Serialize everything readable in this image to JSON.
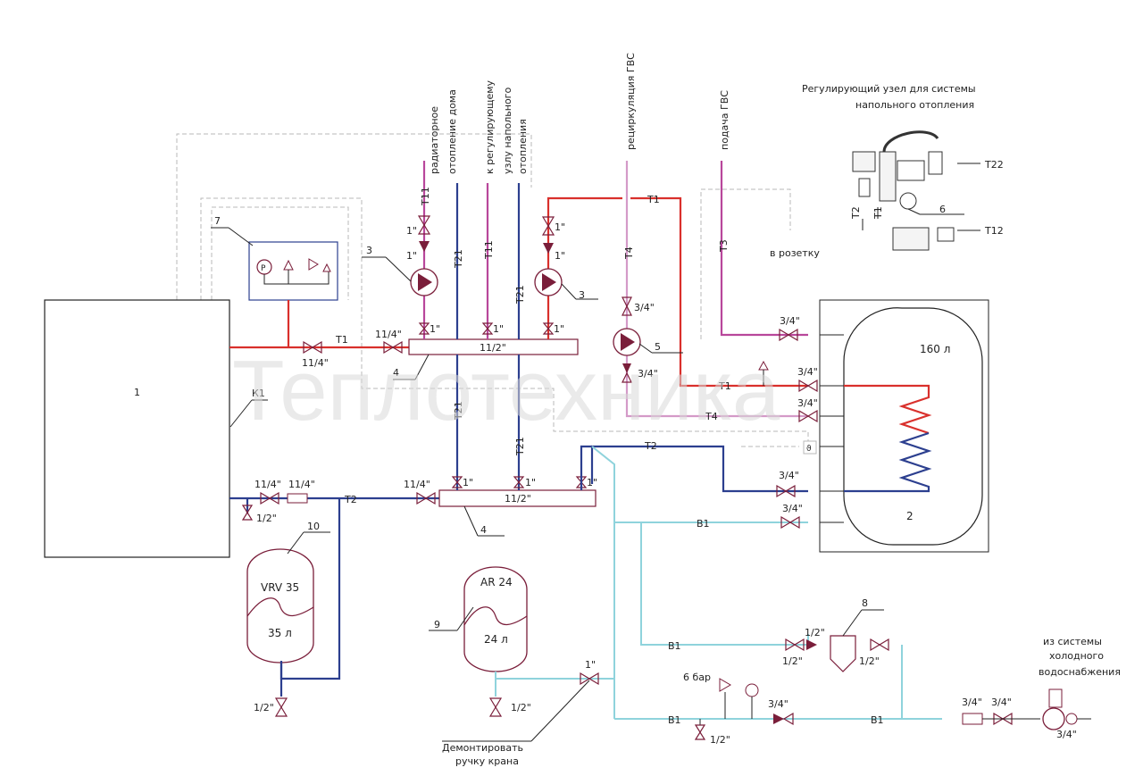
{
  "watermark": "Теплотехника",
  "colors": {
    "heating_supply": "#d9302c",
    "heating_return": "#2c3f8f",
    "dhw_supply": "#b8479b",
    "dhw_recirculation": "#d49ac8",
    "cold_water": "#8fd3dc",
    "control_lines": "#b9b9b9"
  },
  "numbers": {
    "n1": "1",
    "n2": "2",
    "n3a": "3",
    "n3b": "3",
    "n4a": "4",
    "n4b": "4",
    "n5": "5",
    "n6": "6",
    "n7": "7",
    "n8": "8",
    "n9": "9",
    "n10": "10",
    "k1": "К1"
  },
  "vertical_labels": {
    "radiator": [
      "радиаторное",
      "отопление дома"
    ],
    "floor": [
      "к регулирующему",
      "узлу напольного",
      "отопления"
    ],
    "recirc": "рециркуляция ГВС",
    "dhw": "подача ГВС"
  },
  "pipes": {
    "t1": "Т1",
    "t2": "Т2",
    "t3": "Т3",
    "t4": "Т4",
    "t11": "Т11",
    "t12": "Т12",
    "t21": "Т21",
    "t22": "Т22",
    "b1": "В1"
  },
  "sizes": {
    "s1": "1\"",
    "s11_2": "11/2\"",
    "s11_4": "11/4\"",
    "s3_4": "3/4\"",
    "s1_2": "1/2\""
  },
  "tanks": {
    "boiler": {
      "volume": "160 л",
      "number": "2"
    },
    "vrv": {
      "model": "VRV 35",
      "volume": "35 л"
    },
    "ar": {
      "model": "AR 24",
      "volume": "24 л"
    }
  },
  "texts": {
    "floor_unit": [
      "Регулирующий узел для системы",
      "напольного отопления"
    ],
    "socket": "в розетку",
    "pressure": "6 бар",
    "dismantle": [
      "Демонтировать",
      "ручку крана"
    ],
    "cold_source": [
      "из системы",
      "холодного",
      "водоснабжения"
    ],
    "gauge_p": "P",
    "sensor": "ϑ"
  }
}
